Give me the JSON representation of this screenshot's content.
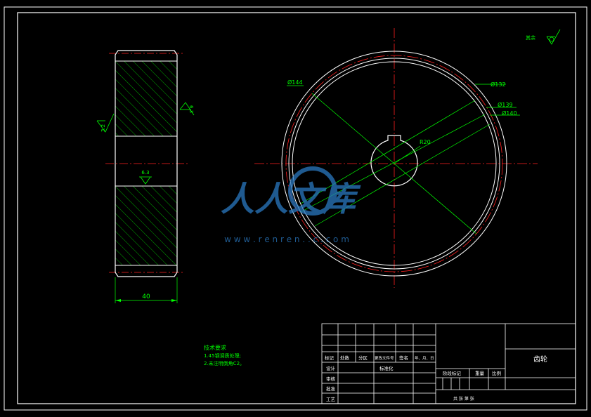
{
  "drawing": {
    "roughness_symbol_label": "其余",
    "dimensions": {
      "width": "40",
      "d144": "Ø144",
      "d132": "Ø132",
      "d139": "Ø139",
      "d140": "Ø140",
      "r20": "R20",
      "ra_left": "3.2",
      "ra_right": "6.3",
      "ra_bore": "6.3"
    }
  },
  "tech_notes": {
    "title": "技术要求",
    "lines": [
      "1.45钢调质处理;",
      "2.未注明倒角C2。"
    ]
  },
  "watermark": {
    "text": "人人文库",
    "url": "w w w . r e n r e n . . c . c o m"
  },
  "title_block": {
    "part_name": "齿轮",
    "change_row": [
      "标记",
      "处数",
      "分区",
      "更改文件号",
      "签名",
      "年、月、日"
    ],
    "design": "设计",
    "standardize": "标准化",
    "stage_mark": "阶段标记",
    "weight": "重量",
    "scale": "比例",
    "review": "审核",
    "process": "工艺",
    "approve": "批准",
    "sheet_info": "共  张  第  张"
  },
  "colors": {
    "line": "#ffffff",
    "dimension": "#00ff00",
    "centerline": "#ff2020",
    "hatch": "#00cc00",
    "watermark": "#2a78c0"
  }
}
